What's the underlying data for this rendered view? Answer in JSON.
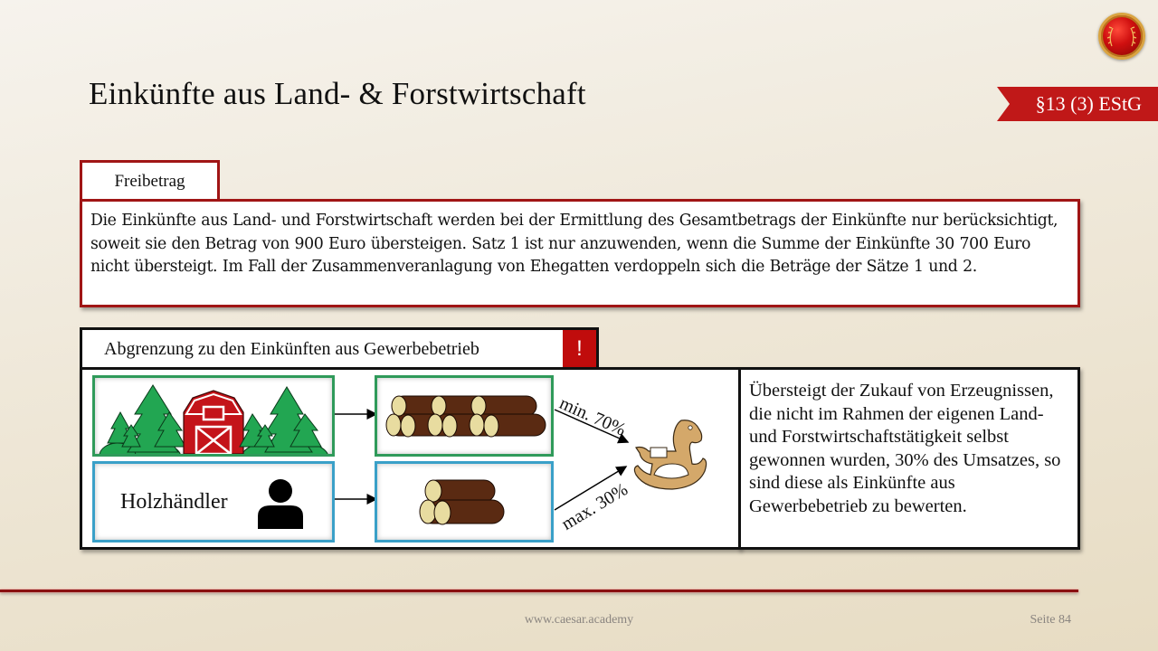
{
  "header": {
    "title": "Einkünfte aus Land- & Forstwirtschaft",
    "law_reference": "§13 (3) EStG",
    "logo_icon": "laurel-seal-icon"
  },
  "freibetrag": {
    "tab_label": "Freibetrag",
    "text": "Die Einkünfte aus Land- und Forstwirtschaft werden bei der Ermittlung des Gesamtbetrags der Einkünfte nur berücksichtigt, soweit sie den Betrag von 900 Euro übersteigen. Satz 1 ist nur anzuwenden, wenn die Summe der Einkünfte 30 700 Euro nicht übersteigt. Im Fall der Zusammenveranlagung von Ehegatten verdoppeln sich die Beträge der Sätze 1 und 2."
  },
  "abgrenzung": {
    "tab_label": "Abgrenzung zu den Einkünften aus Gewerbebetrieb",
    "alert_label": "!",
    "diagram": {
      "source_farm_icon": "farm-barn-trees-icon",
      "source_dealer_label": "Holzhändler",
      "source_dealer_icon": "person-icon",
      "product_large_icon": "log-pile-large-icon",
      "product_small_icon": "log-pile-small-icon",
      "target_icon": "rocking-horse-icon",
      "min_label": "min. 70%",
      "max_label": "max. 30%"
    },
    "explanation": "Übersteigt der Zukauf von Erzeugnissen, die nicht im Rahmen der eigenen Land- und Forstwirtschaftstätigkeit selbst gewonnen wurden, 30% des Umsatzes, so sind diese als Einkünfte aus Gewerbebetrieb zu bewerten."
  },
  "footer": {
    "url": "www.caesar.academy",
    "page": "Seite 84"
  },
  "colors": {
    "accent_red": "#a01515",
    "ribbon_red": "#c01818",
    "farm_green": "#2f9a5a",
    "dealer_blue": "#3aa0c8",
    "horse_tan": "#d4a86a"
  }
}
